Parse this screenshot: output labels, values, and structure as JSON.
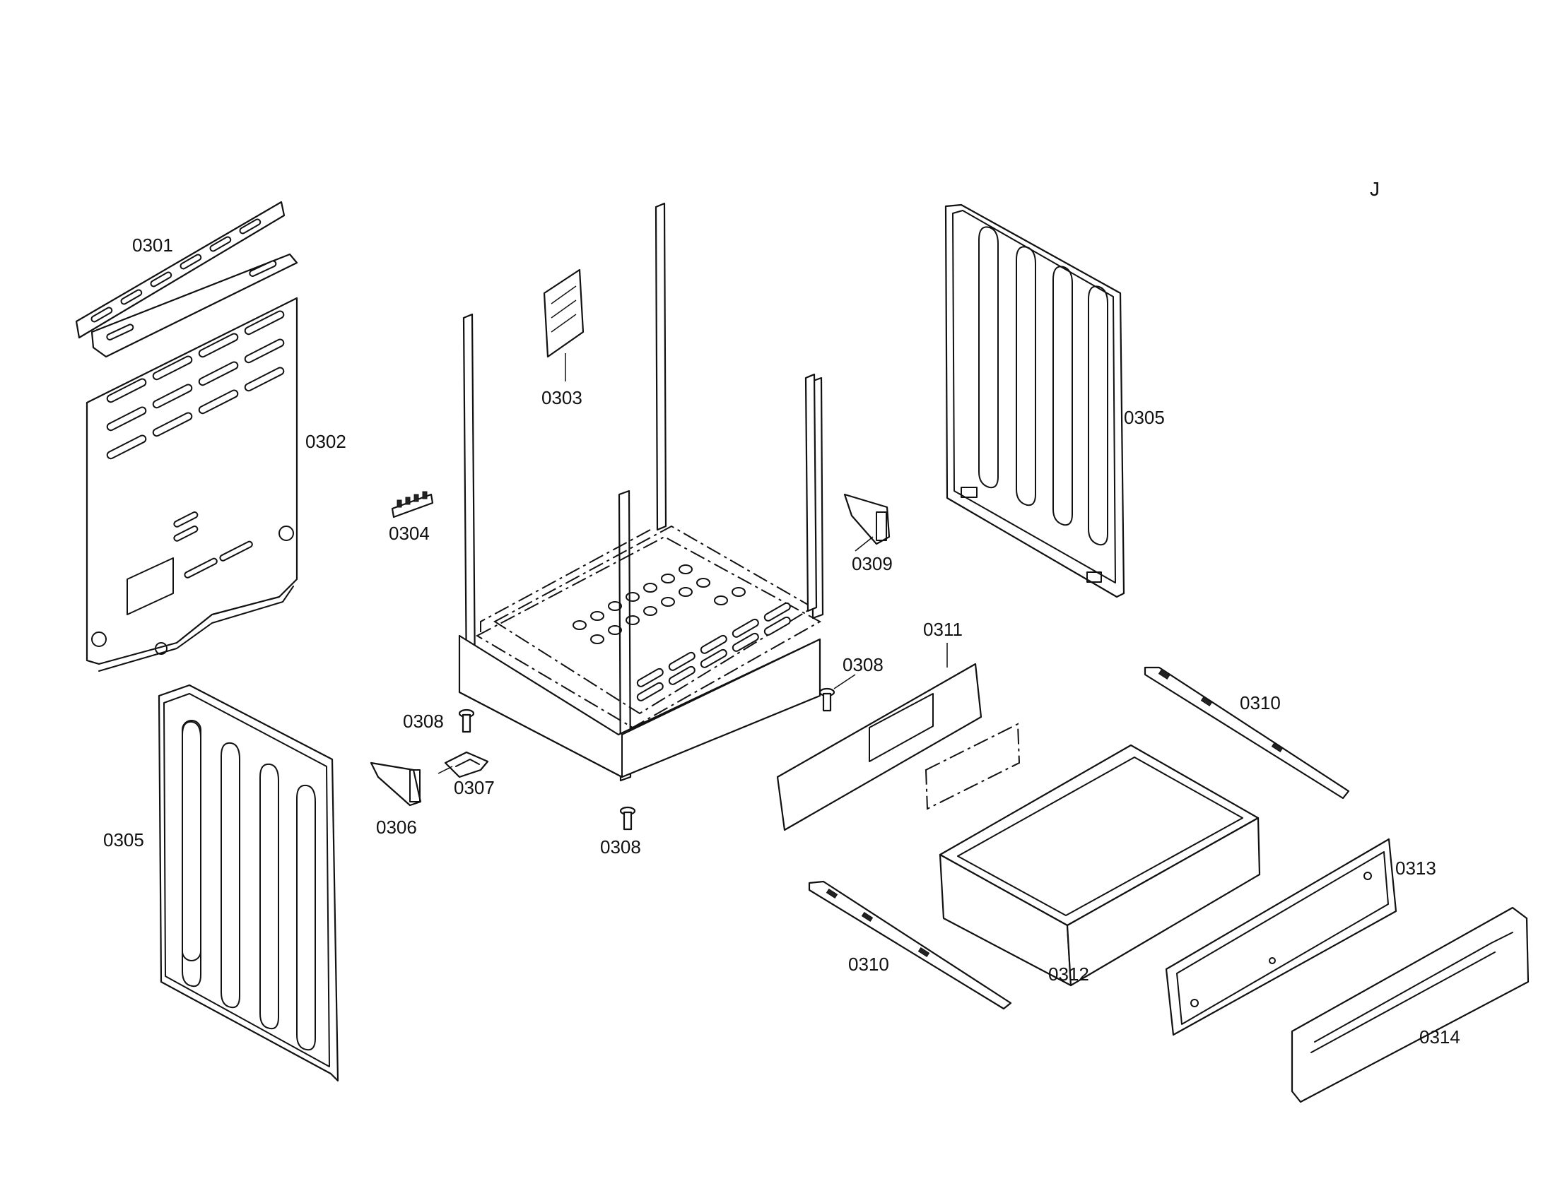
{
  "diagram": {
    "labels": [
      {
        "id": "0301",
        "text": "0301"
      },
      {
        "id": "0302",
        "text": "0302"
      },
      {
        "id": "0303",
        "text": "0303"
      },
      {
        "id": "0304",
        "text": "0304"
      },
      {
        "id": "0305a",
        "text": "0305"
      },
      {
        "id": "0305b",
        "text": "0305"
      },
      {
        "id": "0306",
        "text": "0306"
      },
      {
        "id": "0307",
        "text": "0307"
      },
      {
        "id": "0308a",
        "text": "0308"
      },
      {
        "id": "0308b",
        "text": "0308"
      },
      {
        "id": "0308c",
        "text": "0308"
      },
      {
        "id": "0309",
        "text": "0309"
      },
      {
        "id": "0310a",
        "text": "0310"
      },
      {
        "id": "0310b",
        "text": "0310"
      },
      {
        "id": "0311",
        "text": "0311"
      },
      {
        "id": "0312",
        "text": "0312"
      },
      {
        "id": "0313",
        "text": "0313"
      },
      {
        "id": "0314",
        "text": "0314"
      }
    ],
    "corner_mark": "J"
  }
}
